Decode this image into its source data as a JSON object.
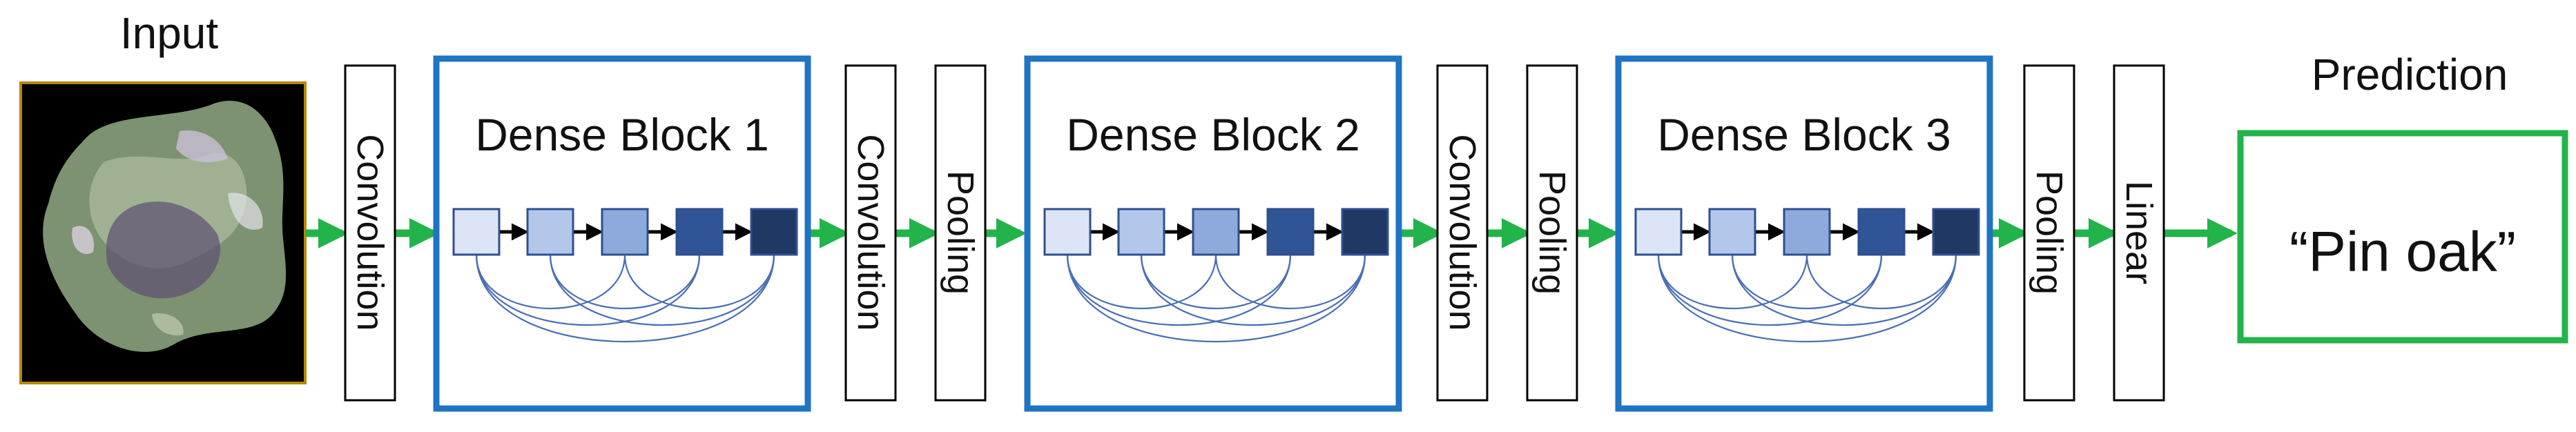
{
  "input": {
    "title": "Input"
  },
  "stages": [
    {
      "kind": "layer",
      "label": "Convolution"
    },
    {
      "kind": "dense",
      "label": "Dense Block 1"
    },
    {
      "kind": "layer",
      "label": "Convolution"
    },
    {
      "kind": "layer",
      "label": "Pooling"
    },
    {
      "kind": "dense",
      "label": "Dense Block 2"
    },
    {
      "kind": "layer",
      "label": "Convolution"
    },
    {
      "kind": "layer",
      "label": "Pooling"
    },
    {
      "kind": "dense",
      "label": "Dense Block 3"
    },
    {
      "kind": "layer",
      "label": "Pooling"
    },
    {
      "kind": "layer",
      "label": "Linear"
    }
  ],
  "prediction": {
    "title": "Prediction",
    "value": "“Pin oak”"
  },
  "colors": {
    "dense_border": "#1f74c4",
    "prediction_border": "#22b34a",
    "flow_arrow": "#22b34a",
    "node_shades": [
      "#dbe5f6",
      "#b3c7ea",
      "#8eaadd",
      "#2f5597",
      "#1f3864"
    ],
    "skip_connection": "#4a6fb3"
  }
}
